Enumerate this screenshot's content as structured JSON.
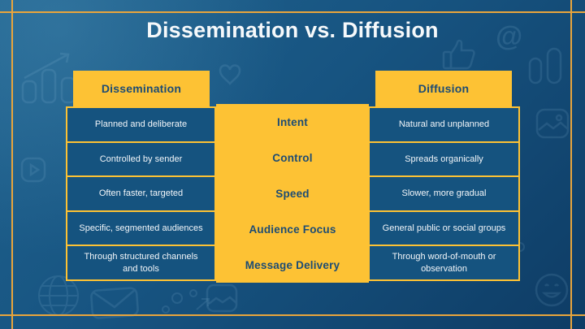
{
  "slide": {
    "title": "Dissemination vs. Diffusion"
  },
  "colors": {
    "background_navy_light": "#20638f",
    "background_navy_dark": "#0e3c65",
    "accent_yellow": "#fdc234",
    "frame_gold": "#e9a53c",
    "cell_navy": "#15537f",
    "heading_navy": "#1d4c74",
    "text_white": "#f3f6f9"
  },
  "comparison_table": {
    "left_header": "Dissemination",
    "right_header": "Diffusion",
    "rows": [
      {
        "category": "Intent",
        "dissemination": "Planned and deliberate",
        "diffusion": "Natural and unplanned"
      },
      {
        "category": "Control",
        "dissemination": "Controlled by sender",
        "diffusion": "Spreads organically"
      },
      {
        "category": "Speed",
        "dissemination": "Often faster, targeted",
        "diffusion": "Slower, more gradual"
      },
      {
        "category": "Audience Focus",
        "dissemination": "Specific, segmented audiences",
        "diffusion": "General public or social groups"
      },
      {
        "category": "Message Delivery",
        "dissemination": "Through structured channels and tools",
        "diffusion": "Through word-of-mouth or observation"
      }
    ]
  },
  "decorations": {
    "at_sign": "@",
    "doodle_icons": [
      "bar-chart",
      "heart",
      "play-button",
      "thumbs-up",
      "at-sign",
      "rounded-bars",
      "photo",
      "globe",
      "envelope",
      "circles-arrow",
      "image",
      "smiley"
    ]
  }
}
